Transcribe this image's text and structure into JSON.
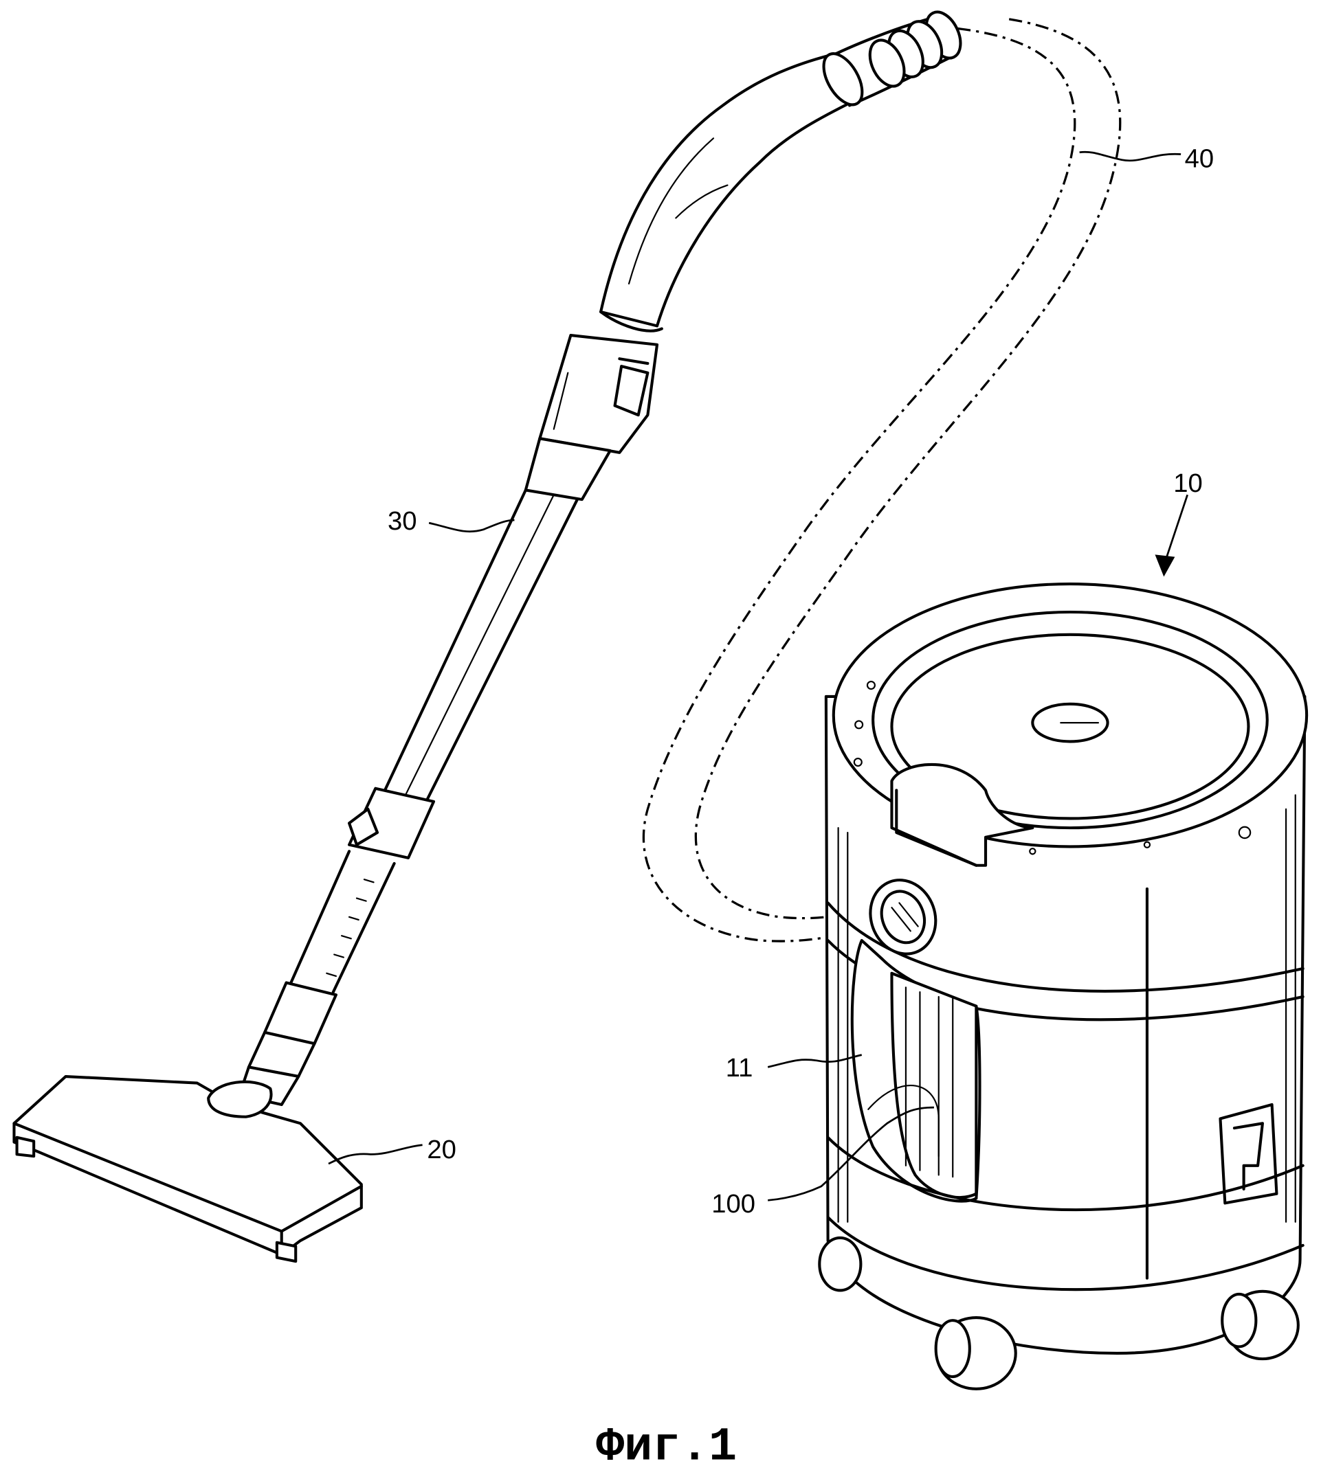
{
  "figure": {
    "caption": "Фиг.1",
    "labels": {
      "canister": "10",
      "nozzle": "20",
      "extension_pipe": "30",
      "hose": "40",
      "handle_groove": "11",
      "dust_bin": "100"
    }
  }
}
